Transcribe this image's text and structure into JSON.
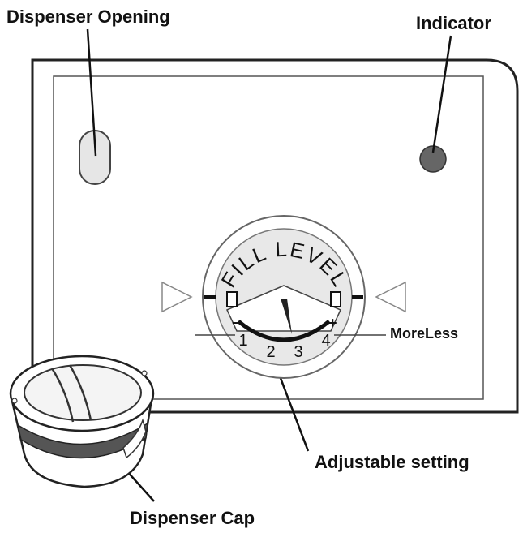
{
  "labels": {
    "dispenser_opening": "Dispenser Opening",
    "indicator": "Indicator",
    "more_less": "MoreLess",
    "adjustable_setting": "Adjustable setting",
    "dispenser_cap": "Dispenser Cap"
  },
  "dial": {
    "title": "FILL LEVEL",
    "settings": [
      "1",
      "2",
      "3",
      "4"
    ],
    "minus_symbol": "−",
    "plus_symbol": "+"
  },
  "colors": {
    "line": "#222222",
    "panel_fill": "#ffffff",
    "opening_fill": "#e6e6e6",
    "indicator_fill": "#666666",
    "dial_fill": "#e8e8e8",
    "cap_band": "#555555"
  },
  "icons": [
    "left-arrow-icon",
    "right-arrow-icon"
  ]
}
